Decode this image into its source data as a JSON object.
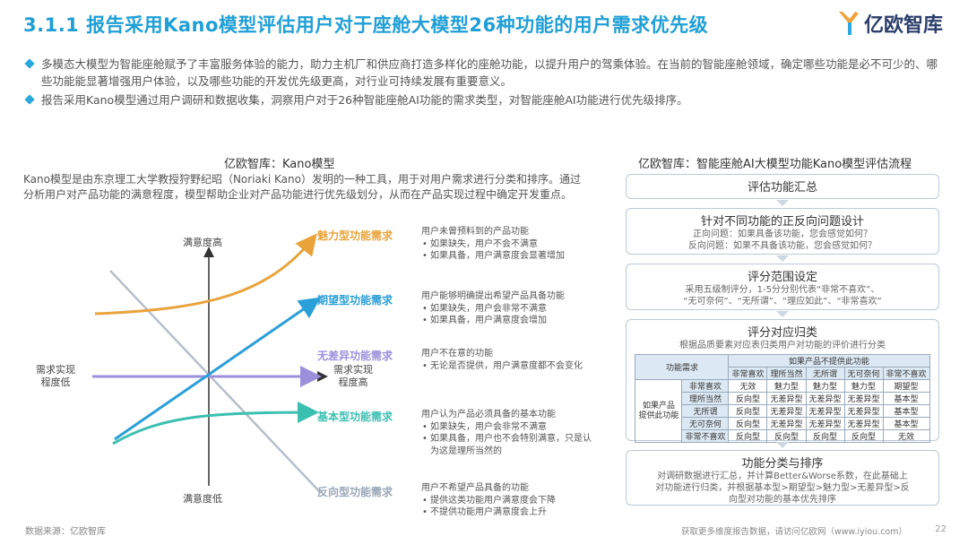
{
  "header": {
    "title": "3.1.1 报告采用Kano模型评估用户对于座舱大模型26种功能的用户需求优先级",
    "logo_text": "亿欧智库",
    "logo_icon": "yiou-logo-icon"
  },
  "bullets": [
    "多模态大模型为智能座舱赋予了丰富服务体验的能力，助力主机厂和供应商打造多样化的座舱功能，以提升用户的驾乘体验。在当前的智能座舱领域，确定哪些功能是必不可少的、哪些功能能显著增强用户体验，以及哪些功能的开发优先级更高，对行业可持续发展有重要意义。",
    "报告采用Kano模型通过用户调研和数据收集，洞察用户对于26种智能座舱AI功能的需求类型，对智能座舱AI功能进行优先级排序。"
  ],
  "left": {
    "heading": "亿欧智库：Kano模型",
    "description": "Kano模型是由东京理工大学教授狩野纪昭（Noriaki Kano）发明的一种工具，用于对用户需求进行分类和排序。通过分析用户对产品功能的满意程度，模型帮助企业对产品功能进行优先级划分，从而在产品实现过程中确定开发重点。"
  },
  "kano": {
    "y_top": "满意度高",
    "y_bottom": "满意度低",
    "x_left": "需求实现\n程度低",
    "x_right": "需求实现\n程度高",
    "categories": [
      {
        "name": "魅力型功能需求",
        "color": "#e8a33b",
        "note_title": "用户未曾预料到的产品功能",
        "points": [
          "如果缺失，用户不会不满意",
          "如果具备，用户满意度会显著增加"
        ]
      },
      {
        "name": "期望型功能需求",
        "color": "#2a9fd8",
        "note_title": "用户能够明确提出希望产品具备功能",
        "points": [
          "如果缺失，用户会非常不满意",
          "如果具备，用户满意度会增加"
        ]
      },
      {
        "name": "无差异功能需求",
        "color": "#9b8fdc",
        "note_title": "用户不在意的功能",
        "points": [
          "无论是否提供，用户满意度都不会变化"
        ]
      },
      {
        "name": "基本型功能需求",
        "color": "#3bbfb0",
        "note_title": "用户认为产品必须具备的基本功能",
        "points": [
          "如果缺失，用户会非常不满意",
          "如果具备，用户也不会特别满意，只是认为这是理所当然的"
        ]
      },
      {
        "name": "反向型功能需求",
        "color": "#9aa7b8",
        "note_title": "用户不希望产品具备的功能",
        "points": [
          "提供这类功能用户满意度会下降",
          "不提供功能用户满意度会上升"
        ]
      }
    ]
  },
  "right": {
    "heading": "亿欧智库：智能座舱AI大模型功能Kano模型评估流程",
    "steps": [
      {
        "title": "评估功能汇总",
        "lines": []
      },
      {
        "title": "针对不同功能的正反向问题设计",
        "lines": [
          "正向问题：如果具备该功能，您会感觉如何？",
          "反向问题：如果不具备该功能，您会感觉如何？"
        ]
      },
      {
        "title": "评分范围设定",
        "lines": [
          "采用五级制评分，1-5分分别代表“非常不喜欢”、",
          "“无可奈何”、“无所谓”、“理应如此”、“非常喜欢”"
        ]
      },
      {
        "title": "评分对应归类",
        "lines": [
          "根据品质要素对应表归类用户对功能的评价进行分类"
        ]
      },
      {
        "title": "功能分类与排序",
        "lines": [
          "对调研数据进行汇总，并计算Better&Worse系数，在此基础上",
          "对功能进行归类，并根据基本型>期望型>魅力型>无差异型>反",
          "向型对功能的基本优先排序"
        ]
      }
    ],
    "table": {
      "corner": "功能需求",
      "top_header": "如果产品不提供此功能",
      "row_group": "如果产品\n提供此功能",
      "col_headers": [
        "非常喜欢",
        "理所当然",
        "无所谓",
        "无可奈何",
        "非常不喜欢"
      ],
      "row_headers": [
        "非常喜欢",
        "理所当然",
        "无所谓",
        "无可奈何",
        "非常不喜欢"
      ],
      "rows": [
        [
          "无效",
          "魅力型",
          "魅力型",
          "魅力型",
          "期望型"
        ],
        [
          "反向型",
          "无差异型",
          "无差异型",
          "无差异型",
          "基本型"
        ],
        [
          "反向型",
          "无差异型",
          "无差异型",
          "无差异型",
          "基本型"
        ],
        [
          "反向型",
          "无差异型",
          "无差异型",
          "无差异型",
          "基本型"
        ],
        [
          "反向型",
          "反向型",
          "反向型",
          "反向型",
          "无效"
        ]
      ]
    }
  },
  "footer": {
    "source": "数据来源：亿欧智库",
    "note": "获取更多维度报告数据，请访问亿欧网（www.iyiou.com）",
    "page": "22"
  }
}
